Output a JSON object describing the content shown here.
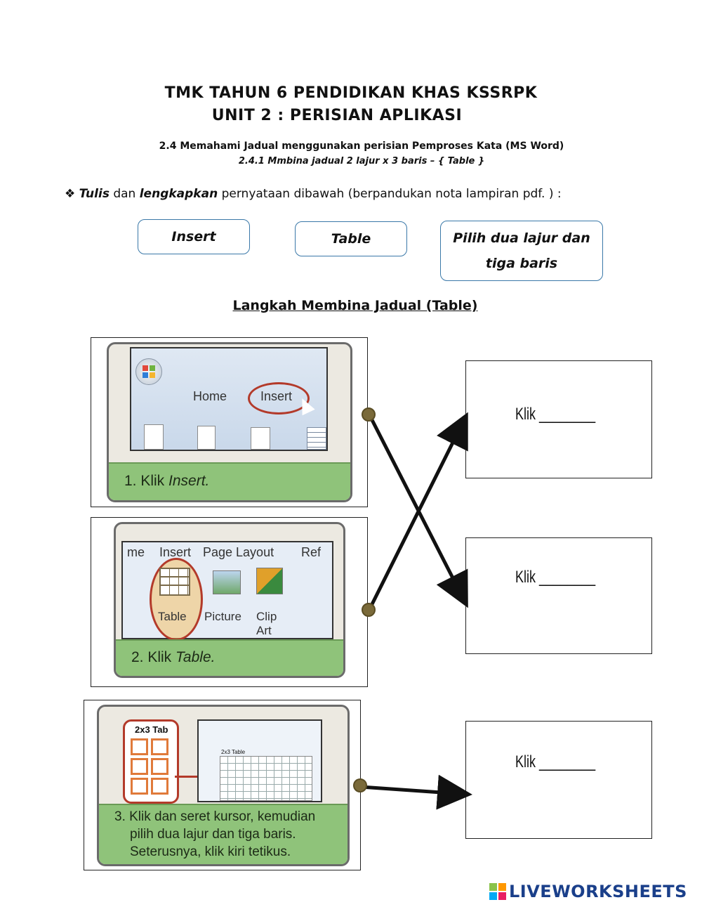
{
  "header": {
    "title_line1": "TMK TAHUN 6 PENDIDIKAN KHAS KSSRPK",
    "title_line2": "UNIT 2 : PERISIAN  APLIKASI",
    "subtitle1": "2.4 Memahami Jadual menggunakan perisian Pemproses Kata (MS Word)",
    "subtitle2": "2.4.1 Mmbina jadual 2 lajur x 3 baris  – { Table }"
  },
  "instruction": {
    "bullet": "❖",
    "word1": "Tulis",
    "text1": " dan ",
    "word2": "lengkapkan",
    "text2": " pernyataan dibawah  (berpandukan nota lampiran pdf. ) :"
  },
  "answer_chips": [
    "Insert",
    "Table",
    "Pilih dua lajur dan tiga baris"
  ],
  "section_heading": "Langkah Membina Jadual (Table)",
  "steps": [
    {
      "ribbon": [
        "Home",
        "Insert"
      ],
      "caption_prefix": "1. Klik ",
      "caption_italic": "Insert."
    },
    {
      "ribbon": [
        "me",
        "Insert",
        "Page Layout",
        "Ref"
      ],
      "buttons": [
        "Table",
        "Picture",
        "Clip Art"
      ],
      "caption_prefix": "2. Klik ",
      "caption_italic": "Table."
    },
    {
      "label": "2x3 Tab",
      "grid_label": "2x3 Table",
      "caption": [
        "3. Klik dan seret kursor, kemudian",
        "pilih dua lajur dan tiga baris.",
        "Seterusnya, klik kiri tetikus."
      ]
    }
  ],
  "answer_boxes": [
    {
      "text": "Klik ________"
    },
    {
      "text": "Klik ________"
    },
    {
      "text": "Klik ________"
    }
  ],
  "colors": {
    "chip_border": "#3a78a8",
    "caption_bg": "#8fc37a",
    "dot": "#7a6a3a",
    "highlight": "#b33a2a"
  },
  "footer": {
    "brand": "LIVEWORKSHEETS"
  }
}
